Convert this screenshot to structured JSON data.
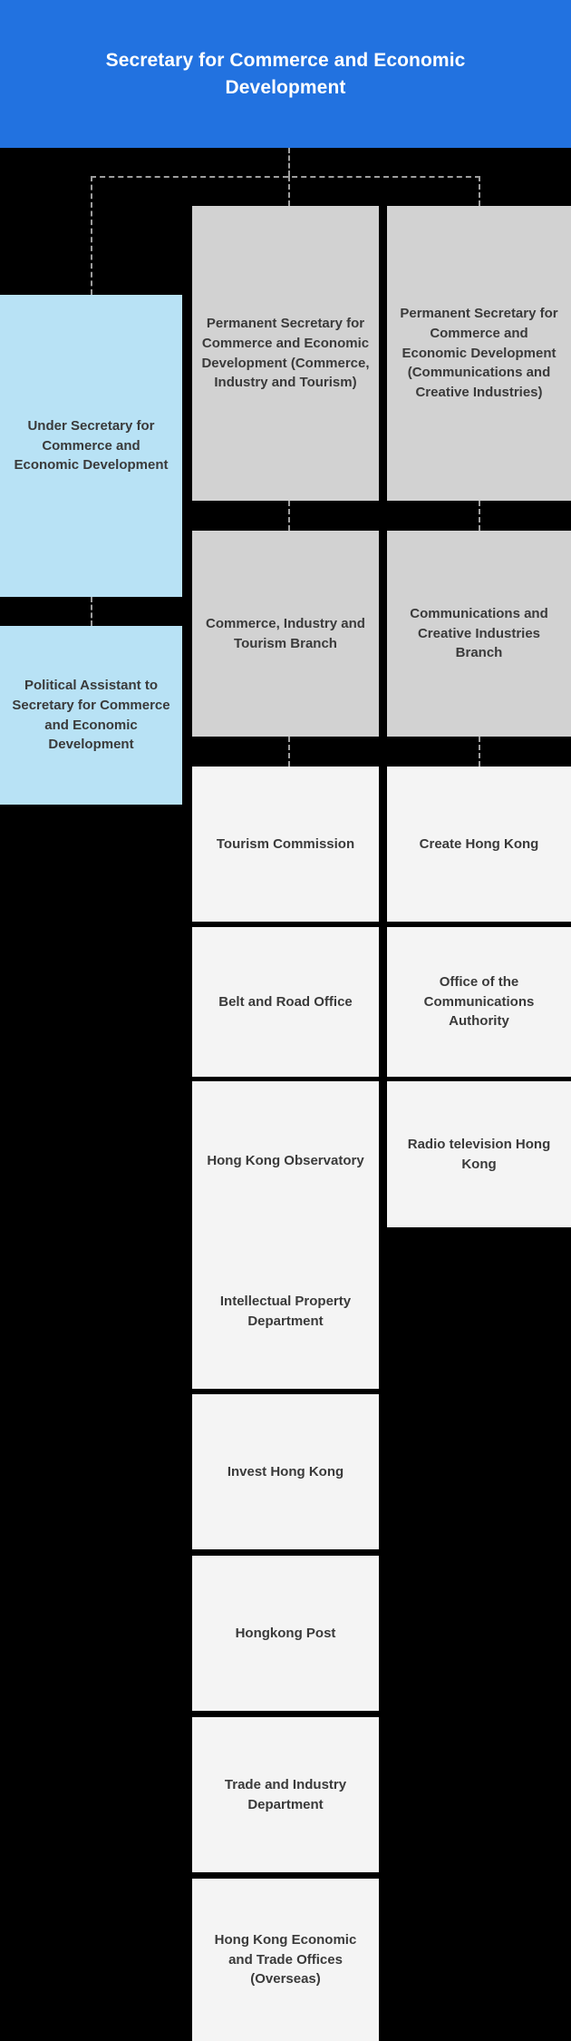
{
  "header": {
    "title": "Secretary for Commerce and Economic Development",
    "background_color": "#2272e0",
    "text_color": "#ffffff"
  },
  "colors": {
    "page_background": "#000000",
    "banner_blue": "#2272e0",
    "node_blue": "#b8e2f5",
    "node_gray": "#d2d2d2",
    "node_white": "#f4f4f4",
    "node_text": "#3a3a3a",
    "connector": "#9e9e9e"
  },
  "left_column": {
    "nodes": [
      {
        "label": "Under Secretary for Commerce and Economic Development",
        "style": "blue"
      },
      {
        "label": "Political Assistant to Secretary for Commerce and Economic Development",
        "style": "blue"
      }
    ]
  },
  "middle_column": {
    "nodes": [
      {
        "label": "Permanent Secretary for Commerce and Economic Development (Commerce, Industry and Tourism)",
        "style": "gray"
      },
      {
        "label": "Commerce, Industry and Tourism Branch",
        "style": "gray"
      },
      {
        "label": "Tourism Commission",
        "style": "white"
      },
      {
        "label": "Belt and Road Office",
        "style": "white"
      },
      {
        "label": "Hong Kong Observatory",
        "style": "white"
      },
      {
        "label": "Intellectual Property Department",
        "style": "white"
      },
      {
        "label": "Invest Hong Kong",
        "style": "white"
      },
      {
        "label": "Hongkong Post",
        "style": "white"
      },
      {
        "label": "Trade and Industry Department",
        "style": "white"
      },
      {
        "label": "Hong Kong Economic and Trade Offices (Overseas)",
        "style": "white"
      }
    ]
  },
  "right_column": {
    "nodes": [
      {
        "label": "Permanent Secretary for Commerce and Economic Development (Communications and Creative Industries)",
        "style": "gray"
      },
      {
        "label": "Communications and Creative Industries Branch",
        "style": "gray"
      },
      {
        "label": "Create Hong Kong",
        "style": "white"
      },
      {
        "label": "Office of the Communications Authority",
        "style": "white"
      },
      {
        "label": "Radio television Hong Kong",
        "style": "white"
      }
    ]
  }
}
